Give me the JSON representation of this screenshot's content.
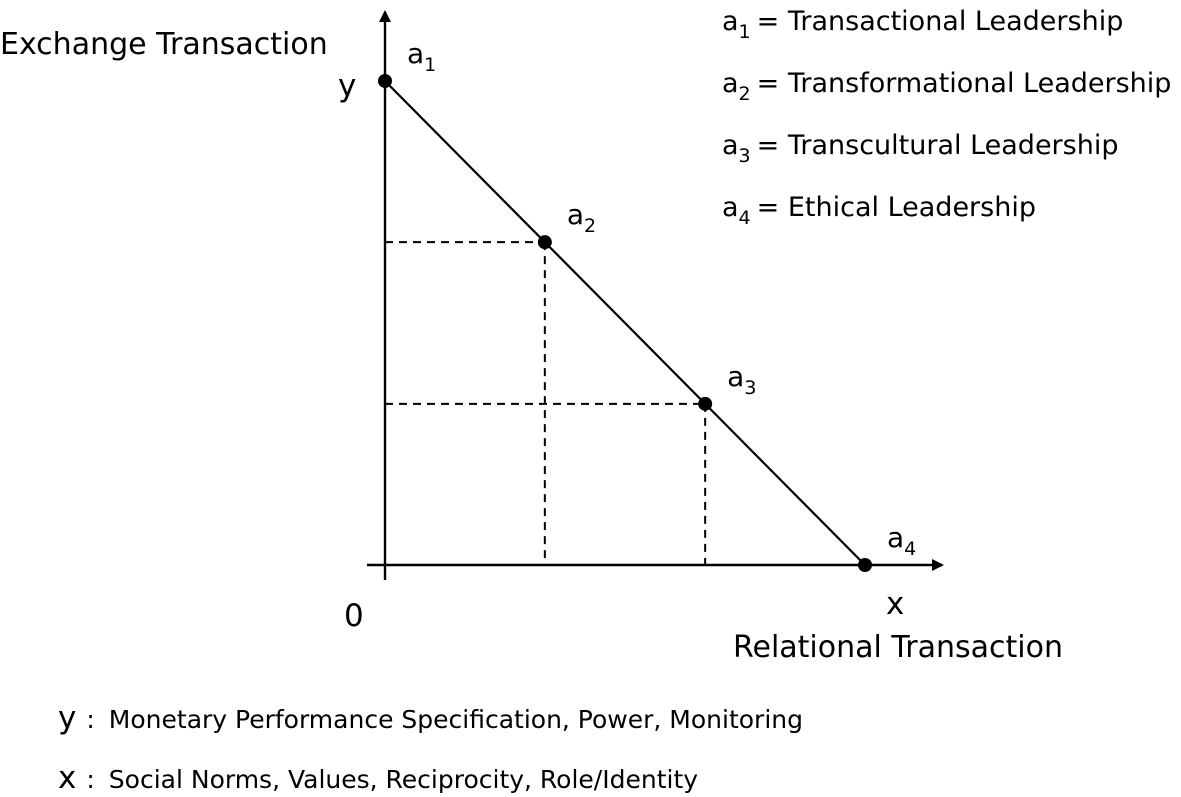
{
  "axes": {
    "y_title": "Exchange Transaction",
    "y_var": "y",
    "x_title": "Relational Transaction",
    "x_var": "x",
    "origin": "0"
  },
  "points": [
    {
      "letter": "a",
      "sub": "1",
      "x": 0,
      "y": 1
    },
    {
      "letter": "a",
      "sub": "2",
      "x": 0.333,
      "y": 0.667
    },
    {
      "letter": "a",
      "sub": "3",
      "x": 0.667,
      "y": 0.333
    },
    {
      "letter": "a",
      "sub": "4",
      "x": 1,
      "y": 0
    }
  ],
  "legend": [
    {
      "letter": "a",
      "sub": "1",
      "text": "= Transactional Leadership"
    },
    {
      "letter": "a",
      "sub": "2",
      "text": "= Transformational Leadership"
    },
    {
      "letter": "a",
      "sub": "3",
      "text": "= Transcultural Leadership"
    },
    {
      "letter": "a",
      "sub": "4",
      "text": "= Ethical Leadership"
    }
  ],
  "definitions": {
    "y": {
      "var": "y",
      "sep": ":",
      "text": "Monetary Performance Specification, Power, Monitoring"
    },
    "x": {
      "var": "x",
      "sep": ":",
      "text": "Social Norms, Values, Reciprocity, Role/Identity"
    }
  },
  "colors": {
    "ink": "#000000",
    "background": "#ffffff"
  }
}
